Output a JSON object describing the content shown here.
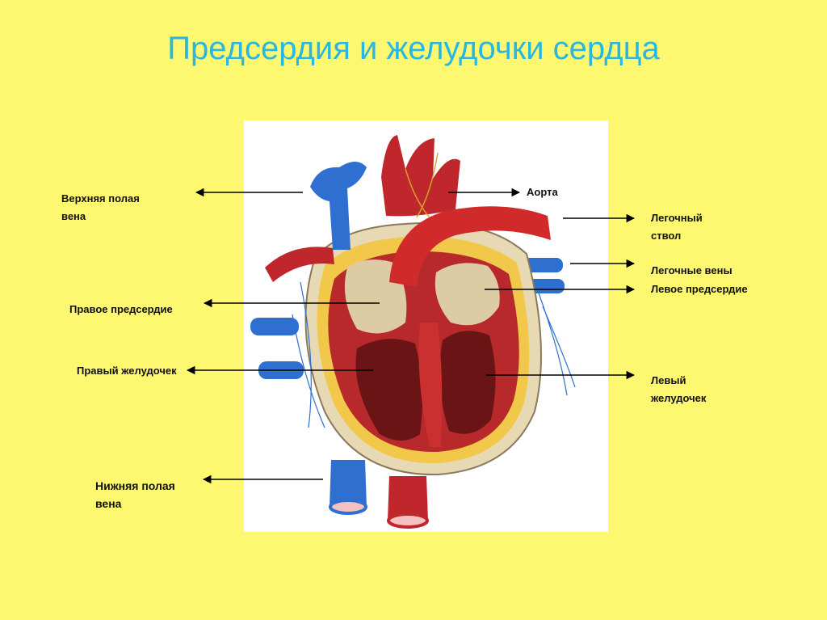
{
  "slide": {
    "title": "Предсердия и желудочки сердца"
  },
  "labels": {
    "superior_vena_cava": "Верхняя полая\nвена",
    "aorta": "Аорта",
    "pulmonary_trunk": "Легочный\nствол",
    "pulmonary_veins": "Легочные вены",
    "left_atrium": "Левое предсердие",
    "right_atrium": "Правое предсердие",
    "right_ventricle": "Правый желудочек",
    "left_ventricle": "Левый\nжелудочек",
    "inferior_vena_cava": "Нижняя полая\nвена"
  },
  "colors": {
    "background": "#FEF770",
    "title": "#2AB7DF",
    "vein_blue": "#2E6FD0",
    "artery_red": "#D02A2A",
    "muscle": "#B8292B",
    "fat_yellow": "#F2C84A",
    "tissue_beige": "#E8D9B5"
  }
}
